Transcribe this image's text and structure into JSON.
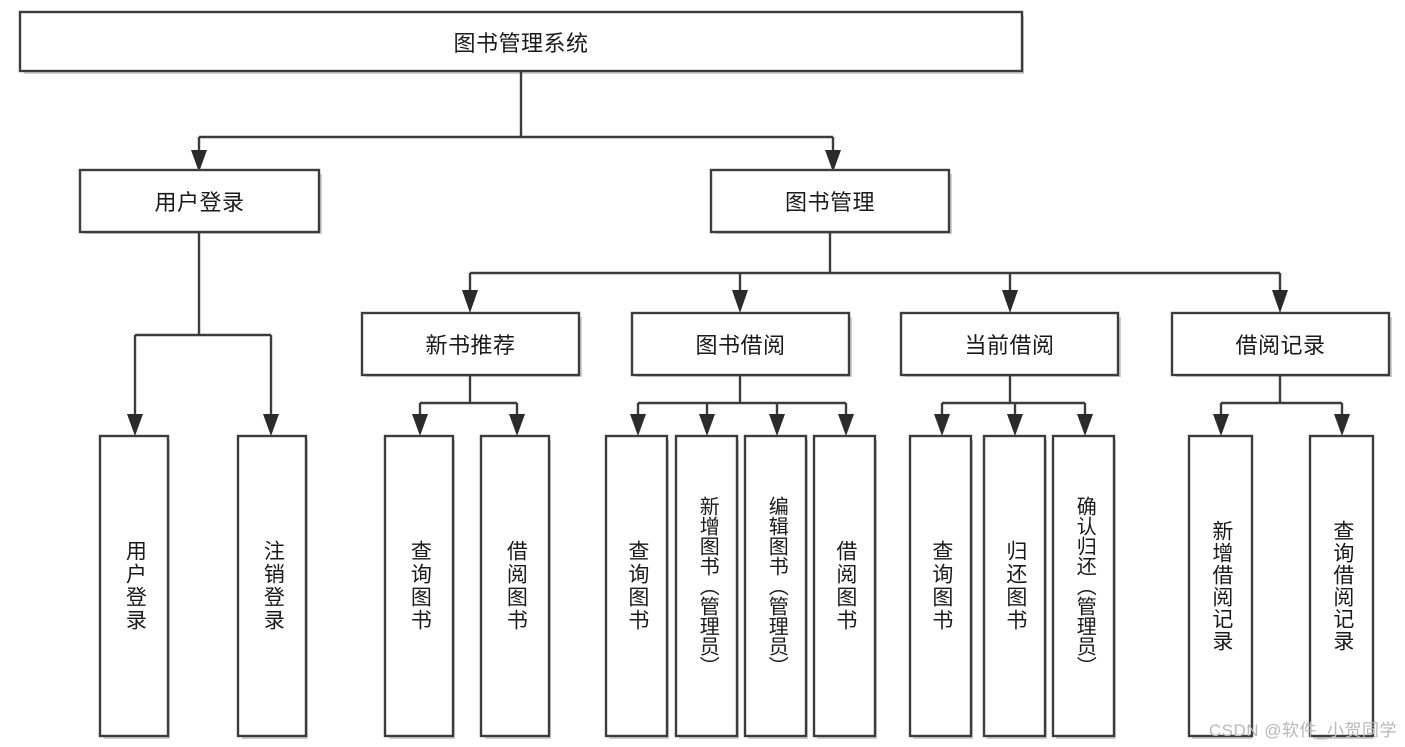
{
  "diagram": {
    "type": "tree-hierarchy",
    "title": "图书管理系统",
    "root": {
      "label": "图书管理系统"
    },
    "level2": [
      {
        "id": "user-login",
        "label": "用户登录"
      },
      {
        "id": "book-manage",
        "label": "图书管理"
      }
    ],
    "level3": [
      {
        "id": "new-book-recommend",
        "label": "新书推荐",
        "parent": "book-manage"
      },
      {
        "id": "book-borrow",
        "label": "图书借阅",
        "parent": "book-manage"
      },
      {
        "id": "current-borrow",
        "label": "当前借阅",
        "parent": "book-manage"
      },
      {
        "id": "borrow-record",
        "label": "借阅记录",
        "parent": "book-manage"
      }
    ],
    "leaves": [
      {
        "id": "leaf-user-login",
        "label": "用户登录",
        "parent": "user-login"
      },
      {
        "id": "leaf-user-logout",
        "label": "注销登录",
        "parent": "user-login"
      },
      {
        "id": "leaf-query-book-1",
        "label": "查询图书",
        "parent": "new-book-recommend"
      },
      {
        "id": "leaf-borrow-book-1",
        "label": "借阅图书",
        "parent": "new-book-recommend"
      },
      {
        "id": "leaf-query-book-2",
        "label": "查询图书",
        "parent": "book-borrow"
      },
      {
        "id": "leaf-add-book",
        "label": "新增图书（管理员）",
        "parent": "book-borrow"
      },
      {
        "id": "leaf-edit-book",
        "label": "编辑图书（管理员）",
        "parent": "book-borrow"
      },
      {
        "id": "leaf-borrow-book-2",
        "label": "借阅图书",
        "parent": "book-borrow"
      },
      {
        "id": "leaf-query-book-3",
        "label": "查询图书",
        "parent": "current-borrow"
      },
      {
        "id": "leaf-return-book",
        "label": "归还图书",
        "parent": "current-borrow"
      },
      {
        "id": "leaf-confirm-return",
        "label": "确认归还（管理员）",
        "parent": "current-borrow"
      },
      {
        "id": "leaf-add-record",
        "label": "新增借阅记录",
        "parent": "borrow-record"
      },
      {
        "id": "leaf-query-record",
        "label": "查询借阅记录",
        "parent": "borrow-record"
      }
    ],
    "watermark": "CSDN @软件_小贺同学",
    "colors": {
      "box_stroke": "#3c3c3c",
      "box_fill": "#ffffff",
      "text": "#1a1a1a",
      "shadow": "#c8c8c8",
      "watermark": "#b8b8b8"
    }
  }
}
